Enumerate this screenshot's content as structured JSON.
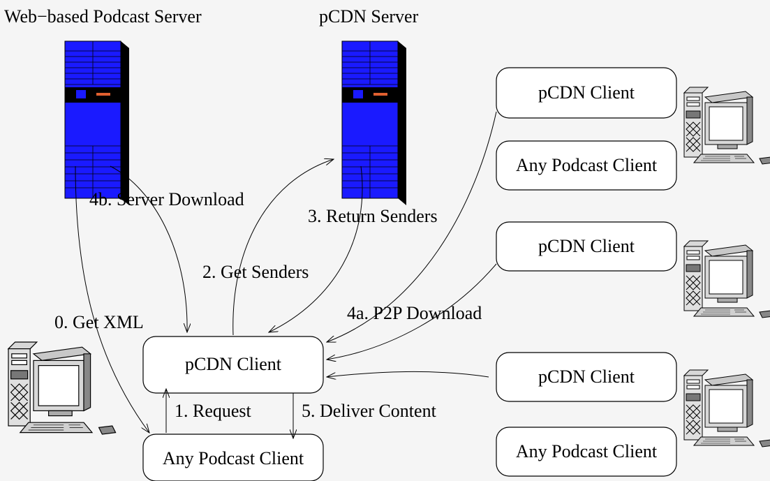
{
  "servers": {
    "podcast_server": "Web−based Podcast Server",
    "pcdn_server": "pCDN Server"
  },
  "local": {
    "pcdn_client": "pCDN Client",
    "podcast_client": "Any Podcast Client"
  },
  "peers": [
    {
      "pcdn_client": "pCDN Client",
      "podcast_client": "Any Podcast Client"
    },
    {
      "pcdn_client": "pCDN Client"
    },
    {
      "pcdn_client": "pCDN Client",
      "podcast_client": "Any Podcast Client"
    }
  ],
  "steps": {
    "get_xml": "0. Get XML",
    "request": "1. Request",
    "get_senders": "2. Get Senders",
    "return_senders": "3. Return Senders",
    "p2p_download": "4a. P2P Download",
    "server_download": "4b. Server Download",
    "deliver_content": "5. Deliver Content"
  },
  "colors": {
    "server": "#1a1aff",
    "background": "#f5f5f5"
  }
}
